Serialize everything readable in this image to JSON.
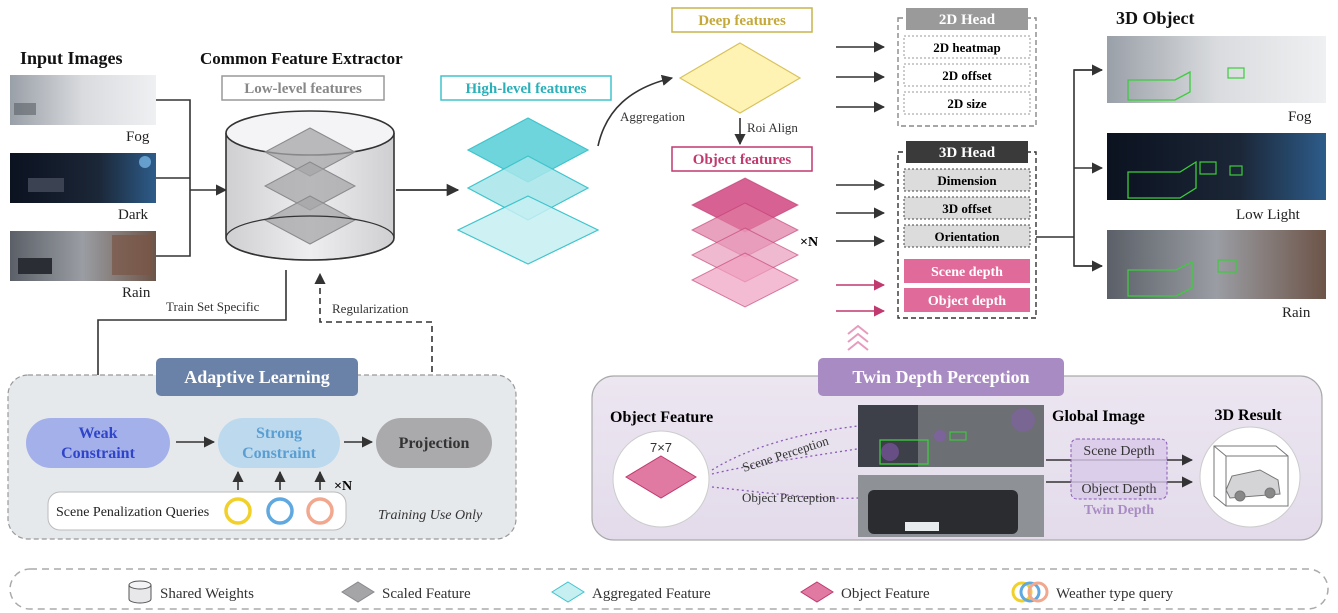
{
  "input": {
    "title": "Input Images",
    "fog": "Fog",
    "dark": "Dark",
    "rain": "Rain"
  },
  "extractor": {
    "title": "Common Feature Extractor",
    "low_level": "Low-level features",
    "train_set_specific": "Train Set Specific",
    "regularization": "Regularization"
  },
  "high_level": "High-level features",
  "aggregation": "Aggregation",
  "deep_features": "Deep features",
  "roi_align": "Roi Align",
  "object_features": "Object features",
  "times_n": "×N",
  "head2d": {
    "title": "2D Head",
    "items": [
      "2D heatmap",
      "2D offset",
      "2D size"
    ]
  },
  "head3d": {
    "title": "3D Head",
    "items": [
      "Dimension",
      "3D offset",
      "Orientation"
    ],
    "depth_items": [
      "Scene depth",
      "Object depth"
    ]
  },
  "object3d": {
    "title": "3D Object",
    "fog": "Fog",
    "low_light": "Low Light",
    "rain": "Rain"
  },
  "adaptive": {
    "title": "Adaptive Learning",
    "weak": [
      "Weak",
      "Constraint"
    ],
    "strong": [
      "Strong",
      "Constraint"
    ],
    "projection": "Projection",
    "times_n": "×N",
    "queries": "Scene Penalization Queries",
    "training_only": "Training Use Only"
  },
  "twin": {
    "title": "Twin Depth Perception",
    "object_feature": "Object Feature",
    "grid": "7×7",
    "scene_perception": "Scene Perception",
    "object_perception": "Object Perception",
    "global_image": "Global Image",
    "scene_depth": "Scene Depth",
    "object_depth": "Object Depth",
    "twin_depth": "Twin Depth",
    "result": "3D Result"
  },
  "legend": {
    "shared": "Shared Weights",
    "scaled": "Scaled Feature",
    "aggregated": "Aggregated Feature",
    "object": "Object Feature",
    "weather": "Weather type query"
  },
  "colors": {
    "cyan": "#3fc4cc",
    "pink": "#c0396f",
    "yellow": "#c9b34a",
    "slate": "#6a82a8",
    "purple": "#a98bc4",
    "green": "#3ccd3c"
  }
}
